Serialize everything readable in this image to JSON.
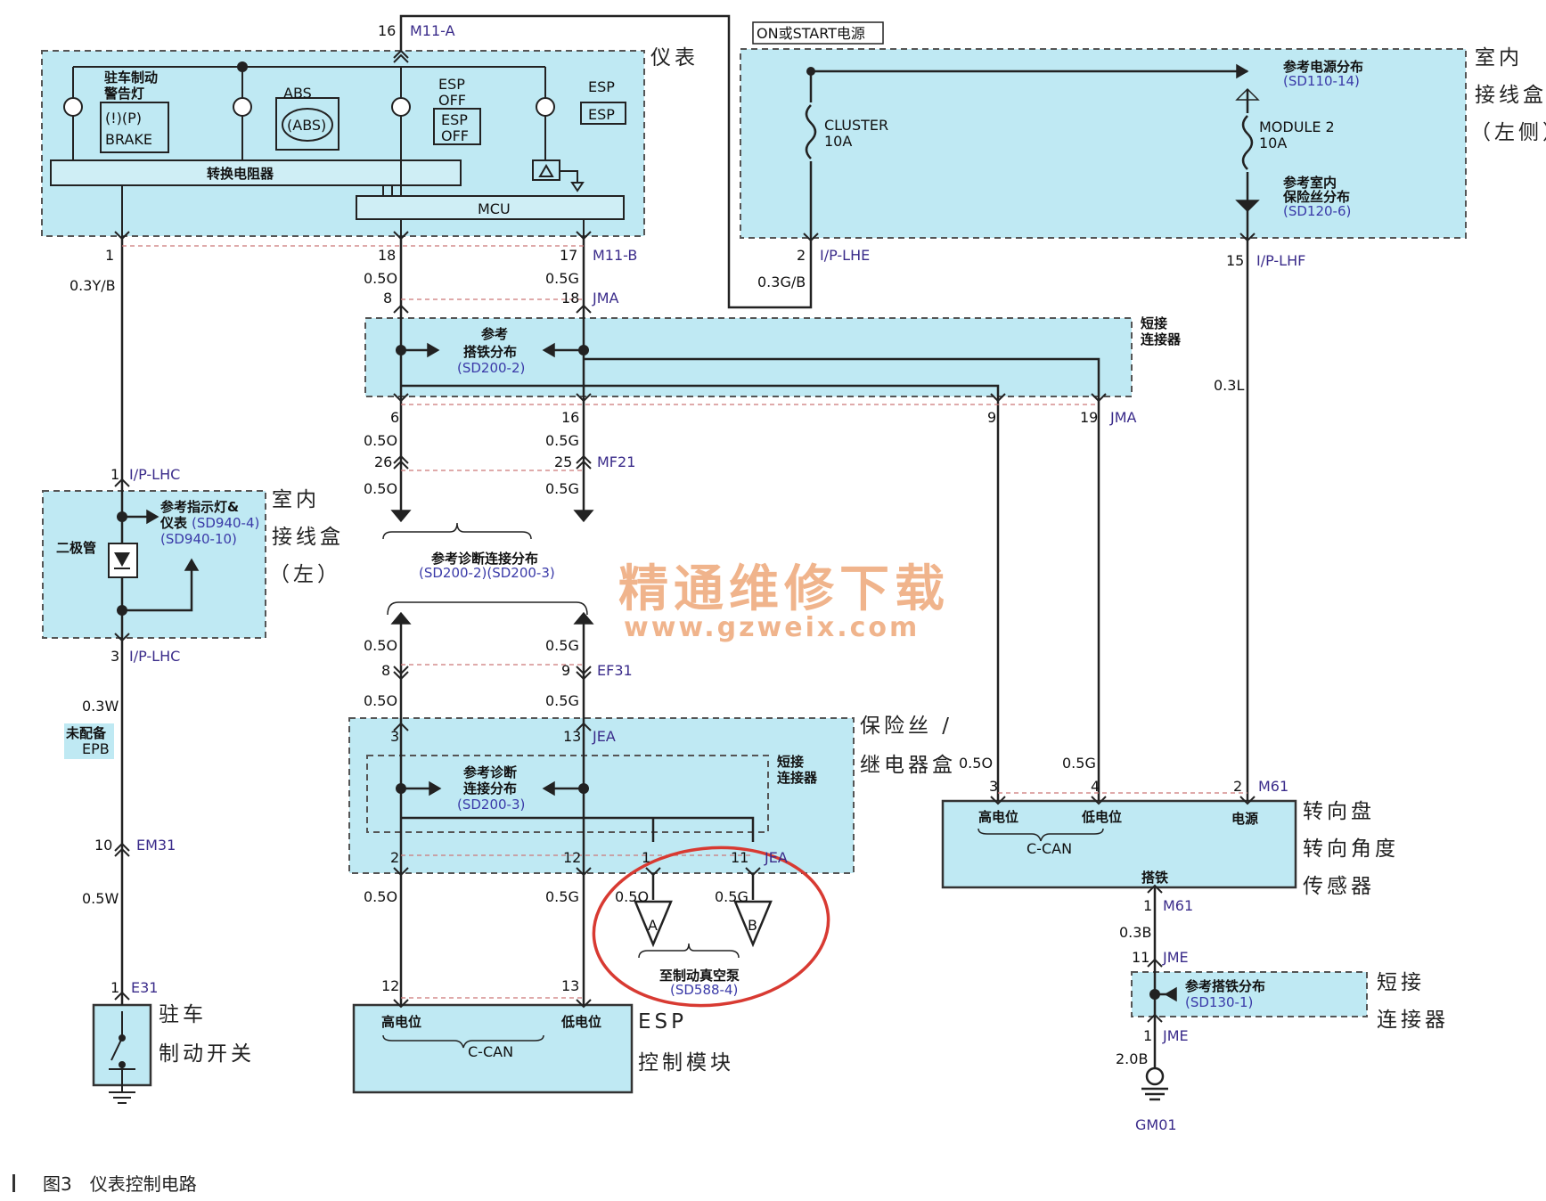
{
  "labels": {
    "cluster_title": "仪表",
    "parking_lamp": "驻车制动警告灯",
    "parking_lamp_l1": "驻车制动",
    "parking_lamp_l2": "警告灯",
    "brake_icon": "(!)(P)",
    "brake": "BRAKE",
    "abs": "ABS",
    "abs_icon": "(ABS)",
    "esp_off_a": "ESP",
    "esp_off_b": "OFF",
    "esp": "ESP",
    "resistor": "转换电阻器",
    "mcu": "MCU",
    "on_start": "ON或START电源",
    "ijb_right_1": "室内",
    "ijb_right_2": "接线盒",
    "ijb_right_3": "（左侧）",
    "cluster_fuse": "CLUSTER",
    "cluster_fuse_amp": "10A",
    "module2": "MODULE 2",
    "module2_amp": "10A",
    "ref_power": "参考电源分布",
    "ref_power_code": "(SD110-14)",
    "ref_fuse_1": "参考室内",
    "ref_fuse_2": "保险丝分布",
    "ref_fuse_code": "(SD120-6)",
    "ref_ground": "参考",
    "ref_ground_2": "搭铁分布",
    "ref_ground_code": "(SD200-2)",
    "joint": "短接",
    "joint_2": "连接器",
    "ref_indicator_1": "参考指示灯&",
    "ref_indicator_2": "仪表",
    "ref_indicator_code1": "(SD940-4)",
    "ref_indicator_code2": "(SD940-10)",
    "diode": "二极管",
    "ijb_left_1": "室内",
    "ijb_left_2": "接线盒",
    "ijb_left_3": "（左）",
    "no_epb_1": "未配备",
    "no_epb_2": "EPB",
    "ref_diag_title": "参考诊断连接分布",
    "ref_diag_codes": "(SD200-2)(SD200-3)",
    "fuse_box_1": "保险丝 /",
    "fuse_box_2": "继电器盒",
    "ref_diag_1": "参考诊断",
    "ref_diag_2": "连接分布",
    "ref_diag_code": "(SD200-3)",
    "vac_1": "至制动真空泵",
    "vac_code": "(SD588-4)",
    "high": "高电位",
    "low": "低电位",
    "ccan": "C-CAN",
    "power": "电源",
    "ground": "搭铁",
    "esp_mod_1": "ESP",
    "esp_mod_2": "控制模块",
    "steer_1": "转向盘",
    "steer_2": "转向角度",
    "steer_3": "传感器",
    "ref_ground2": "参考搭铁分布",
    "ref_ground2_code": "(SD130-1)",
    "joint_r1": "短接",
    "joint_r2": "连接器",
    "park_sw_1": "驻车",
    "park_sw_2": "制动开关",
    "gm01": "GM01",
    "connA": "A",
    "connB": "B",
    "watermark_1": "精通维修下载",
    "watermark_2": "www.gzweix.com",
    "caption": "图3　仪表控制电路"
  },
  "connectors": {
    "m11a": "M11-A",
    "m11b": "M11-B",
    "iplhe": "I/P-LHE",
    "iplhf": "I/P-LHF",
    "jma": "JMA",
    "mf21": "MF21",
    "iplhc": "I/P-LHC",
    "ef31": "EF31",
    "jea": "JEA",
    "em31": "EM31",
    "e31": "E31",
    "m61": "M61",
    "jme": "JME"
  },
  "pins": {
    "p16": "16",
    "p1": "1",
    "p18": "18",
    "p17": "17",
    "p2": "2",
    "p15": "15",
    "p8": "8",
    "p6": "6",
    "p9": "9",
    "p19": "19",
    "p26": "26",
    "p25": "25",
    "p3": "3",
    "p13": "13",
    "p12": "12",
    "p11": "11",
    "p10": "10",
    "p4": "4"
  },
  "wires": {
    "w03yb": "0.3Y/B",
    "w05o": "0.5O",
    "w05g": "0.5G",
    "w03gb": "0.3G/B",
    "w03l": "0.3L",
    "w03w": "0.3W",
    "w05w": "0.5W",
    "w03b": "0.3B",
    "w20b": "2.0B"
  }
}
